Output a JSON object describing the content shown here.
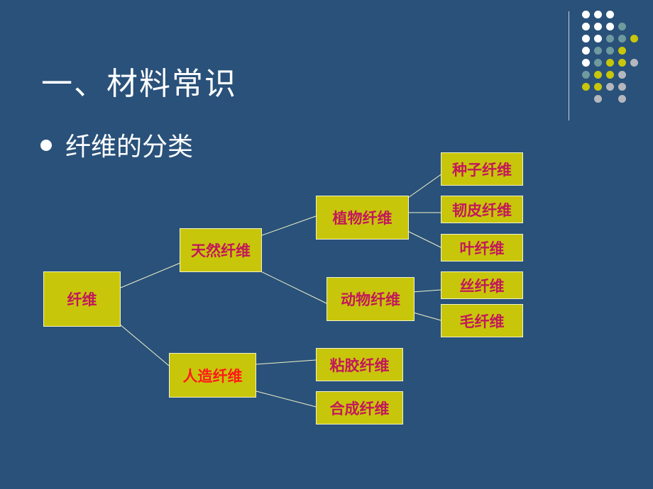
{
  "title": "一、材料常识",
  "bullet": "纤维的分类",
  "colors": {
    "background": "#29517a",
    "node_fill": "#c8c60a",
    "node_text": "#c2185b",
    "node_text_highlight": "#ff1a1a",
    "link_line": "#f2f2c8"
  },
  "decor_dot_colors": [
    "#ffffff",
    "#6f9a9e",
    "#c8c60a",
    "#b4b7bd"
  ],
  "tree": {
    "root": "纤维",
    "natural": "天然纤维",
    "manmade": "人造纤维",
    "plant": "植物纤维",
    "animal": "动物纤维",
    "seed": "种子纤维",
    "bast": "韧皮纤维",
    "leaf": "叶纤维",
    "silk": "丝纤维",
    "wool": "毛纤维",
    "viscose": "粘胶纤维",
    "synthetic": "合成纤维"
  }
}
